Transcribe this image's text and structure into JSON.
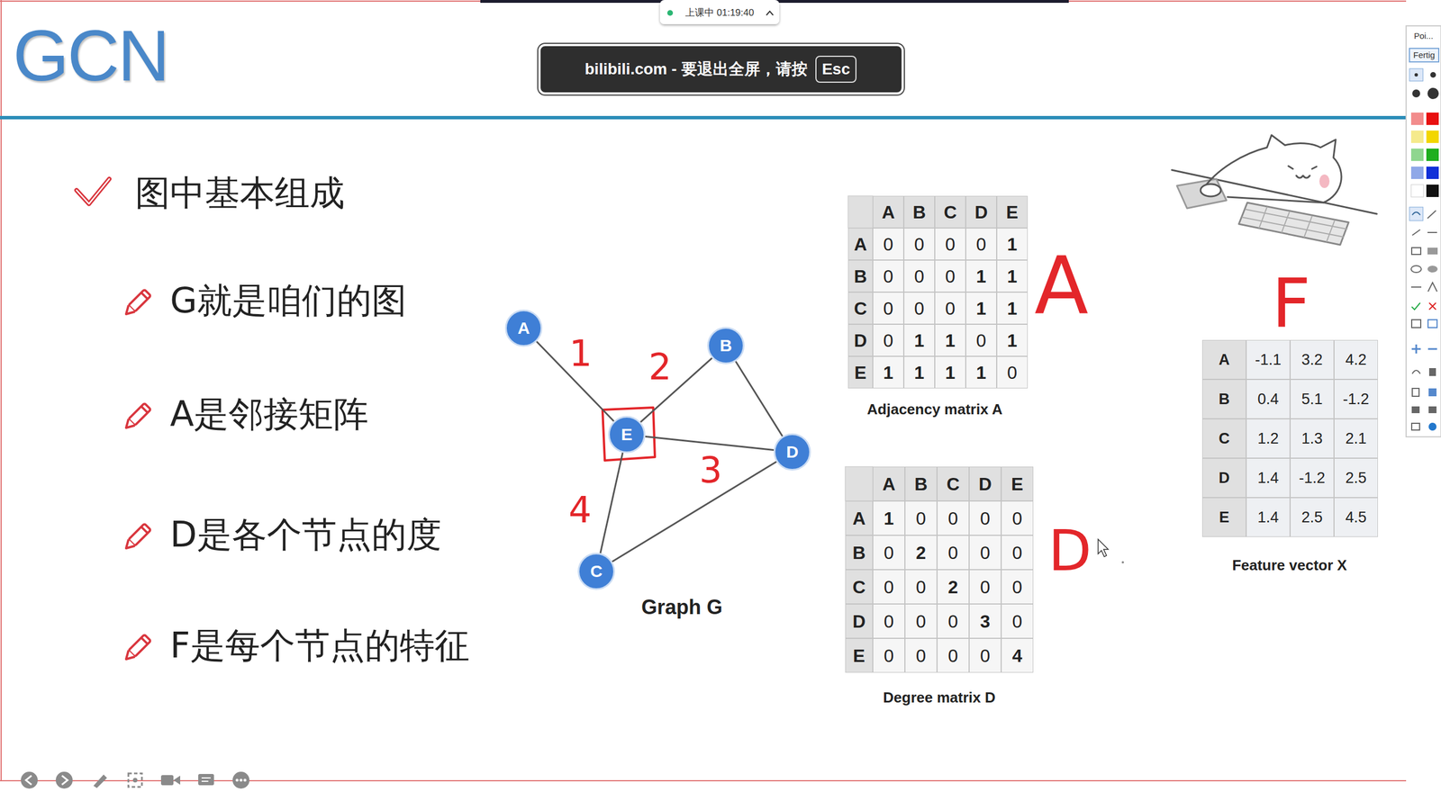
{
  "diagram": {
    "title": "GCN",
    "nodes": [
      {
        "text": [
          "上课中 01:19:40"
        ]
      },
      {
        "text": [
          "bilibili.com - 要退出全屏，请按"
        ]
      },
      {
        "text": [
          "Esc"
        ],
        "in": 1
      },
      {
        "text": [
          "A"
        ]
      },
      {
        "text": [
          "B"
        ]
      },
      {
        "text": [
          "E"
        ]
      },
      {
        "text": [
          "D"
        ]
      },
      {
        "text": [
          "C"
        ]
      }
    ],
    "edges": [
      {
        "from": 3,
        "to": 5,
        "arrow": "none",
        "label": "1"
      },
      {
        "from": 4,
        "to": 5,
        "arrow": "none",
        "label": "2"
      },
      {
        "from": 5,
        "to": 6,
        "arrow": "none",
        "label": "3"
      },
      {
        "from": 5,
        "to": 7,
        "arrow": "none",
        "label": "4"
      },
      {
        "from": 4,
        "to": 6,
        "arrow": "none"
      },
      {
        "from": 7,
        "to": 6,
        "arrow": "none"
      }
    ],
    "labels": [
      "图中基本组成",
      "G就是咱们的图",
      "A是邻接矩阵",
      "D是各个节点的度",
      "F是每个节点的特征",
      "Graph G",
      "A",
      "B",
      "C",
      "D",
      "E",
      "A",
      "0",
      "0",
      "0",
      "0",
      "1",
      "B",
      "0",
      "0",
      "0",
      "1",
      "1",
      "C",
      "0",
      "0",
      "0",
      "1",
      "1",
      "D",
      "0",
      "1",
      "1",
      "0",
      "1",
      "E",
      "1",
      "1",
      "1",
      "1",
      "0",
      "Adjacency matrix A",
      "A",
      "A",
      "B",
      "C",
      "D",
      "E",
      "A",
      "1",
      "0",
      "0",
      "0",
      "0",
      "B",
      "0",
      "2",
      "0",
      "0",
      "0",
      "C",
      "0",
      "0",
      "2",
      "0",
      "0",
      "D",
      "0",
      "0",
      "0",
      "3",
      "0",
      "E",
      "0",
      "0",
      "0",
      "0",
      "4",
      "Degree matrix D",
      "D",
      "F",
      "A",
      "-1.1",
      "3.2",
      "4.2",
      "B",
      "0.4",
      "5.1",
      "-1.2",
      "C",
      "1.2",
      "1.3",
      "2.1",
      "D",
      "1.4",
      "-1.2",
      "2.5",
      "E",
      "1.4",
      "2.5",
      "4.5",
      "Feature vector X",
      "Poi...",
      "Fertig"
    ]
  }
}
